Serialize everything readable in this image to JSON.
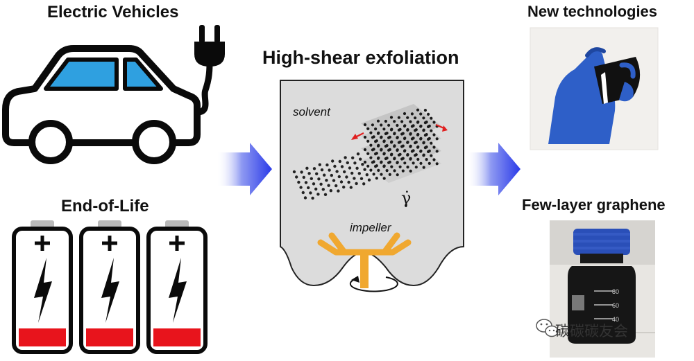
{
  "labels": {
    "electric_vehicles": "Electric Vehicles",
    "end_of_life": "End-of-Life",
    "high_shear": "High-shear exfoliation",
    "new_technologies": "New technologies",
    "few_layer_graphene": "Few-layer graphene",
    "solvent": "solvent",
    "impeller": "impeller",
    "shear_rate_symbol": "γ̇",
    "bottle_marks": [
      "80",
      "60",
      "40"
    ],
    "watermark": "碳碳碳友会"
  },
  "colors": {
    "car_window": "#2fa0e0",
    "battery_low": "#e8141c",
    "arrow_blue": "#2a3ae8",
    "impeller": "#f0a830",
    "shear_arrow": "#e02020",
    "vessel": "#dcdcdc",
    "glove": "#2e5fc8",
    "bottle_cap": "#2a4fb8"
  },
  "battery_count": 3,
  "icons": [
    "car-icon",
    "plug-icon",
    "battery-icon",
    "lightning-icon",
    "rotation-arrow-icon",
    "wechat-icon"
  ]
}
